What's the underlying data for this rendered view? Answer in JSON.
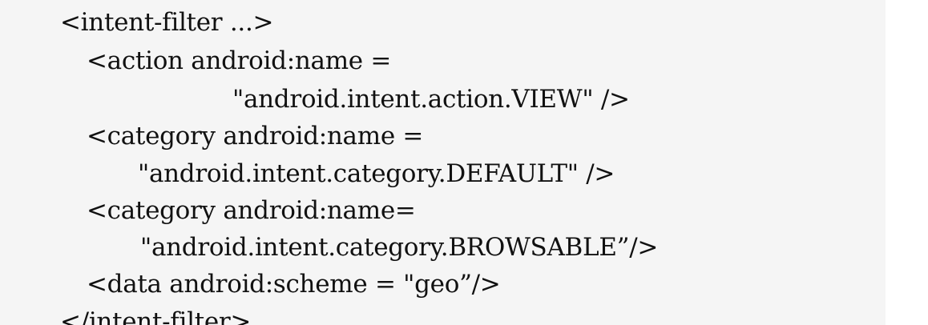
{
  "code": {
    "lines": [
      "<intent-filter ...>",
      "<action android:name =",
      "\"android.intent.action.VIEW\" />",
      "<category android:name =",
      "\"android.intent.category.DEFAULT\" />",
      "<category android:name=",
      "\"android.intent.category.BROWSABLE”/>",
      "<data android:scheme = \"geo”/>",
      "</intent-filter>"
    ]
  }
}
